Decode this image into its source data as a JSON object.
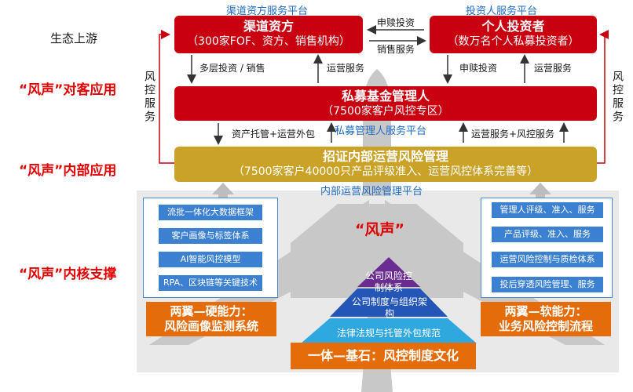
{
  "left_labels": {
    "upstream": "生态上游",
    "client_app": "“风声”对客应用",
    "internal_app": "“风声”内部应用",
    "core": "“风声”内核支撑"
  },
  "platforms": {
    "channel": "渠道资方服务平台",
    "investor": "投资人服务平台",
    "manager": "私募管理人服务平台",
    "internal": "内部运营风险管理平台"
  },
  "boxes": {
    "channel": {
      "title": "渠道资方",
      "sub": "（300家FOF、资方、销售机构）"
    },
    "investor": {
      "title": "个人投资者",
      "sub": "（数万名个人私募投资者）"
    },
    "manager": {
      "title": "私募基金管理人",
      "sub": "（7500家客户风控专区）"
    },
    "internal": {
      "title": "招证内部运营风险管理",
      "sub": "（7500家客户40000只产品评级准入、运营风控体系完善等）"
    }
  },
  "arrow_labels": {
    "subscribe": "申赎投资",
    "sales": "销售服务",
    "multi_invest": "多层投资 / 销售",
    "ops_service_left": "运营服务",
    "subscribe_invest": "申赎投资",
    "ops_service_right": "运营服务",
    "custody": "资产托管+运营外包",
    "ops_risk": "运营服务+风控服务",
    "risk_left": "风控服务",
    "risk_right": "风控服务"
  },
  "core": {
    "title": "“风声”",
    "left_items": [
      "流批一体化大数据框架",
      "客户画像与标签体系",
      "AI智能风控模型",
      "RPA、区块链等关键技术"
    ],
    "right_items": [
      "管理人评级、准入、服务",
      "产品评级、准入、服务",
      "运营风险控制与质检体系",
      "投后穿透风险管理、服务"
    ],
    "left_caption": [
      "两翼—硬能力：",
      "风险画像监测系统"
    ],
    "right_caption": [
      "两翼—软能力：",
      "业务风险控制流程"
    ],
    "pyramid": [
      "公司风险控制体系",
      "公司制度与组织架构",
      "法律法规与托管外包规范"
    ],
    "base": "一体—基石：风控制度文化"
  },
  "colors": {
    "red": "#c8000f",
    "gold": "#c9a227",
    "blue": "#3c80d2",
    "orange": "#e46c0a",
    "gray": "#c8c8c8"
  }
}
